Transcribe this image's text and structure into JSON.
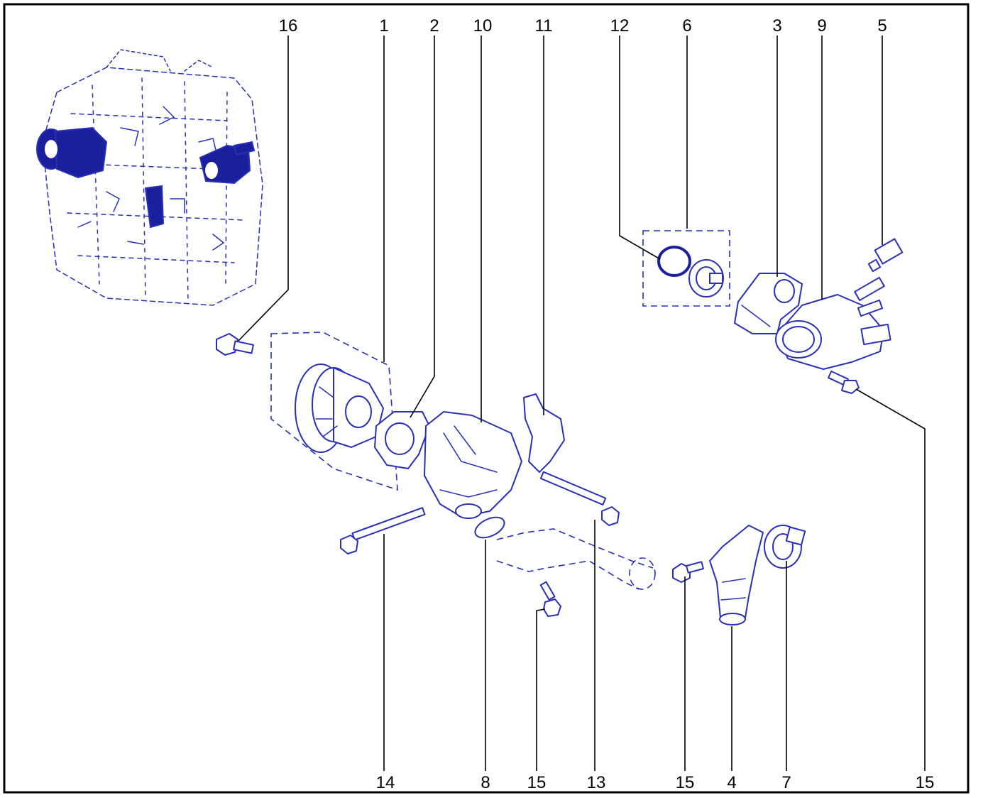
{
  "colors": {
    "line": "#2a2fb8",
    "fill_dark": "#1a1f9e",
    "frame": "#000000",
    "callout_text": "#000000"
  },
  "callouts": {
    "c16_top": "16",
    "c1": "1",
    "c2": "2",
    "c10": "10",
    "c11": "11",
    "c12": "12",
    "c6": "6",
    "c3": "3",
    "c9": "9",
    "c5": "5",
    "c14": "14",
    "c8": "8",
    "c15_a": "15",
    "c13": "13",
    "c15_b": "15",
    "c4": "4",
    "c7": "7",
    "c15_c": "15"
  }
}
